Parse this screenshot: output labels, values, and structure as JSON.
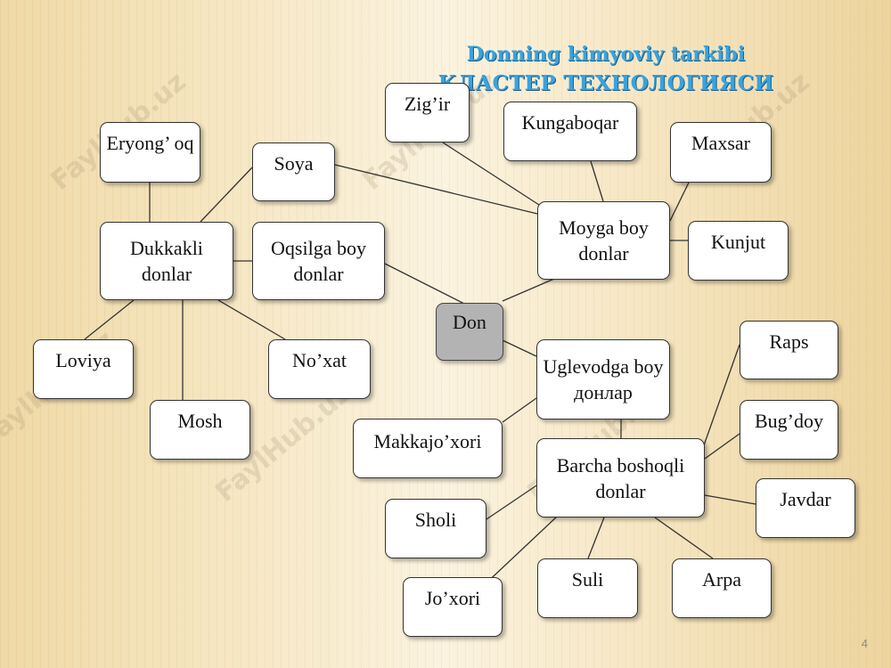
{
  "title": {
    "line1": "Donning kimyoviy tarkibi",
    "line2": "КЛАСТЕР ТЕХНОЛОГИЯСИ"
  },
  "nodes": {
    "don": "Don",
    "oqsilga_boy": "Oqsilga boy donlar",
    "dukkakli": "Dukkakli donlar",
    "eryong": "Eryong’ oq",
    "soya": "Soya",
    "loviya": "Loviya",
    "mosh": "Mosh",
    "noxat": "No’xat",
    "moyga_boy": "Moyga boy donlar",
    "zigir": "Zig’ir",
    "kungaboqar": "Kungaboqar",
    "maxsar": "Maxsar",
    "kunjut": "Kunjut",
    "uglevodga": "Uglevodga boy донлар",
    "makkajoxori": "Makkajo’xori",
    "barcha_boshoqli": "Barcha boshoqli donlar",
    "raps": "Raps",
    "bugdoy": "Bug’doy",
    "javdar": "Javdar",
    "sholi": "Sholi",
    "joxori": "Jo’xori",
    "suli": "Suli",
    "arpa": "Arpa"
  },
  "watermark": "FaylHub.uz",
  "page_number": "4"
}
